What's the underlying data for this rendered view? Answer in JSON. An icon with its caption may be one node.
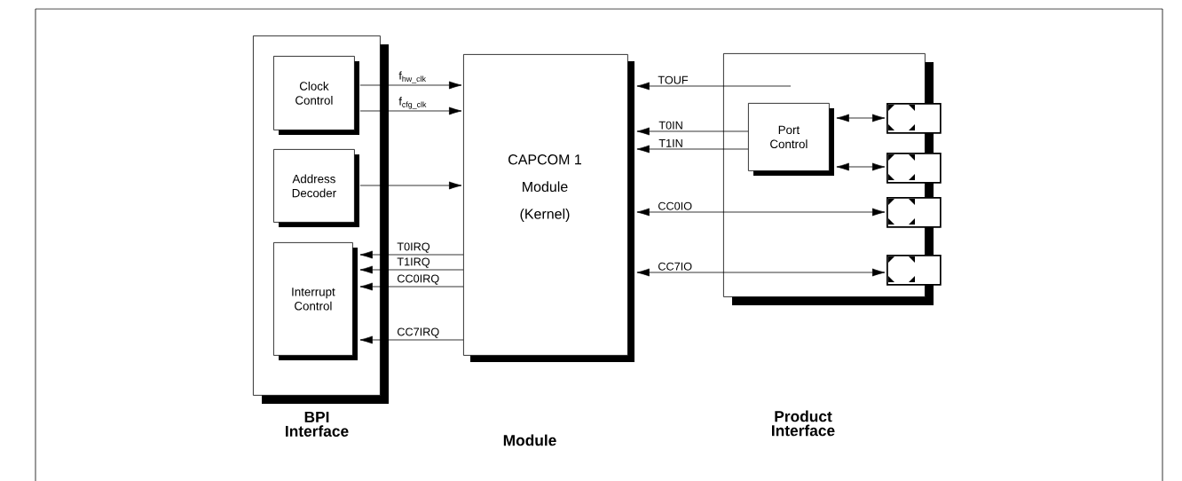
{
  "diagram": {
    "nodes": [
      {
        "text": [],
        "shape": "box"
      },
      {
        "text": [
          "Clock Control"
        ],
        "in": 0
      },
      {
        "text": [
          "Address Decoder"
        ],
        "in": 0
      },
      {
        "text": [
          "Interrupt Control"
        ],
        "in": 0
      },
      {
        "text": [
          "CAPCOM 1 Module (Kernel)"
        ]
      },
      {
        "text": [],
        "shape": "box"
      },
      {
        "text": [
          "Port Control"
        ],
        "in": 5
      },
      {
        "text": [],
        "shape": "box",
        "in": 5
      },
      {
        "text": [],
        "shape": "box",
        "in": 5
      },
      {
        "text": [],
        "shape": "box",
        "in": 5
      },
      {
        "text": [],
        "shape": "box",
        "in": 5
      }
    ],
    "edges": [
      {
        "from": 1,
        "to": 4,
        "arrow": "to",
        "label": "f$_{hw_clk}$"
      },
      {
        "from": 1,
        "to": 4,
        "arrow": "to",
        "label": "f$_{cfg_clk}$"
      },
      {
        "from": 2,
        "to": 4,
        "arrow": "to"
      },
      {
        "from": 4,
        "to": 3,
        "arrow": "to",
        "label": "T0IRQ"
      },
      {
        "from": 4,
        "to": 3,
        "arrow": "to",
        "label": "T1IRQ"
      },
      {
        "from": 4,
        "to": 3,
        "arrow": "to",
        "label": "CC0IRQ"
      },
      {
        "from": 4,
        "to": 3,
        "arrow": "to",
        "label": "CC7IRQ"
      },
      {
        "from": null,
        "to": 4,
        "arrow": "to",
        "label": "TOUF"
      },
      {
        "from": 6,
        "to": 4,
        "arrow": "to",
        "label": "T0IN"
      },
      {
        "from": 6,
        "to": 4,
        "arrow": "to",
        "label": "T1IN"
      },
      {
        "from": 4,
        "to": 9,
        "arrow": "both",
        "label": "CC0IO"
      },
      {
        "from": 4,
        "to": 10,
        "arrow": "both",
        "label": "CC7IO"
      },
      {
        "from": 6,
        "to": 7,
        "arrow": "both"
      },
      {
        "from": 6,
        "to": 8,
        "arrow": "both"
      }
    ],
    "labels": [
      "BPI Interface",
      "Module",
      "Product Interface"
    ]
  }
}
